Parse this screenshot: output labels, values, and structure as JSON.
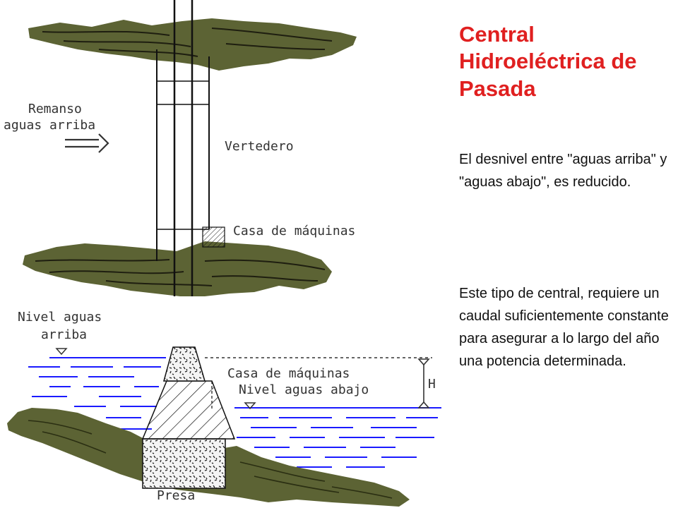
{
  "title": "Central Hidroeléctrica de Pasada",
  "paragraph_1": "El desnivel entre \"aguas arriba\" y \"aguas abajo\", es reducido.",
  "paragraph_2": "Este tipo de central, requiere un caudal suficientemente constante para asegurar a lo largo del año una potencia determinada.",
  "top_view": {
    "label_remanso_1": "Remanso",
    "label_remanso_2": "aguas arriba",
    "label_vertedero": "Vertedero",
    "label_casa": "Casa de máquinas"
  },
  "section_view": {
    "label_nivel_arriba_1": "Nivel aguas",
    "label_nivel_arriba_2": "arriba",
    "label_casa": "Casa de máquinas",
    "label_nivel_abajo": "Nivel aguas abajo",
    "label_h": "H",
    "label_presa": "Presa"
  },
  "colors": {
    "title": "#e02020",
    "ground": "#5c6334",
    "water": "#1a1aff",
    "text": "#333333"
  }
}
